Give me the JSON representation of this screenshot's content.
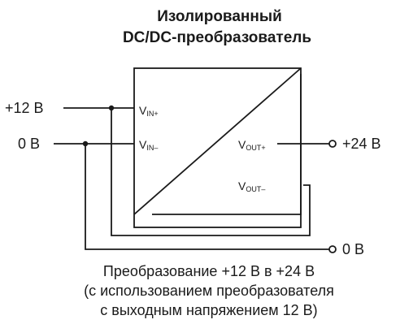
{
  "title": {
    "line1": "Изолированный",
    "line2": "DC/DC-преобразователь"
  },
  "inputs": {
    "plus": "+12 В",
    "zero": "0 В"
  },
  "outputs": {
    "plus": "+24 В",
    "zero": "0 В"
  },
  "pins": {
    "vin_plus": {
      "main": "V",
      "sub": "IN+"
    },
    "vin_minus": {
      "main": "V",
      "sub": "IN–"
    },
    "vout_plus": {
      "main": "V",
      "sub": "OUT+"
    },
    "vout_minus": {
      "main": "V",
      "sub": "OUT–"
    }
  },
  "caption": {
    "line1": "Преобразование +12 В в +24 В",
    "line2": "(с использованием преобразователя",
    "line3": "с выходным напряжением 12 В)"
  },
  "colors": {
    "line": "#1a1a1a",
    "background": "#ffffff"
  }
}
